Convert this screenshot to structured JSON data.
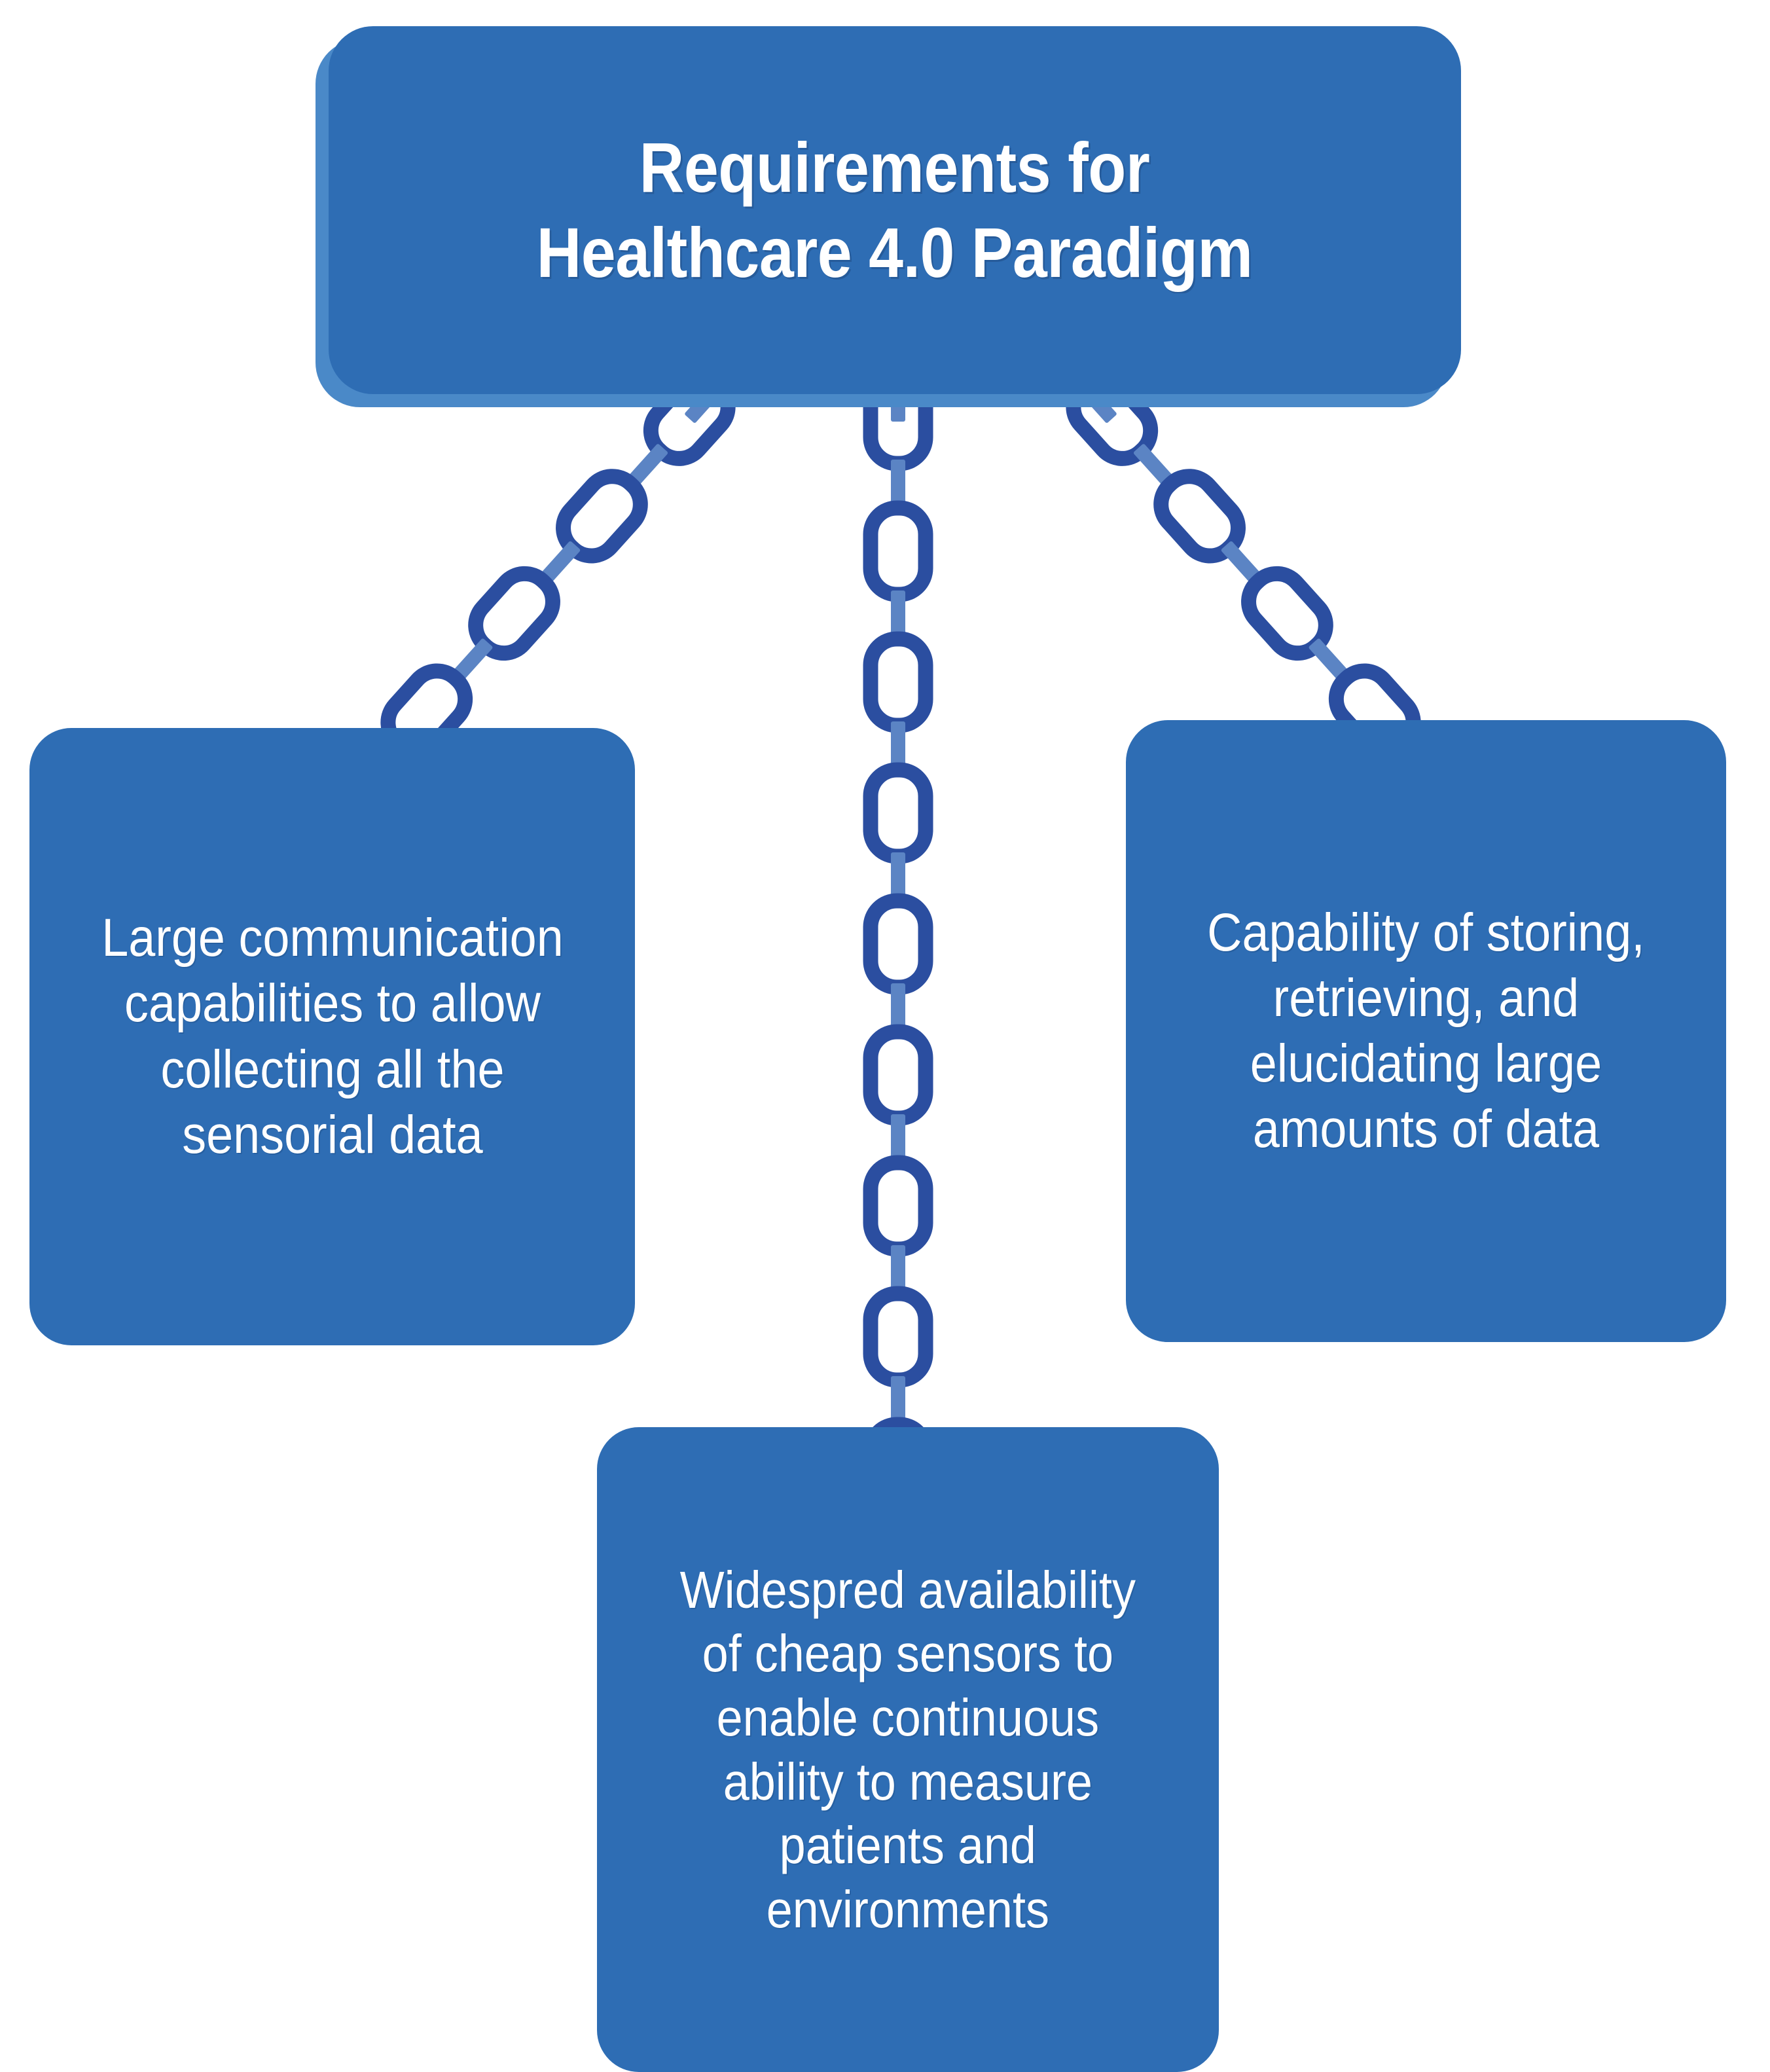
{
  "diagram": {
    "type": "hierarchy-chain-diagram",
    "background_color": "#FFFFFF",
    "node_color": "#2E6DB4",
    "node_shadow_color": "#4A89C8",
    "chain_link_color": "#2B4EA0",
    "chain_pin_color": "#5B84C4",
    "text_color": "#FFFFFF"
  },
  "root": {
    "title": "Requirements for\nHealthcare 4.0 Paradigm",
    "name": "requirements-for-healthcare-4-0-paradigm"
  },
  "leaves": [
    {
      "id": "left",
      "name": "large-communication-capabilities",
      "text": "Large communication\ncapabilities to allow\ncollecting all the\nsensorial data"
    },
    {
      "id": "right",
      "name": "capability-of-storing-retrieving-elucidating",
      "text": "Capability of storing,\nretrieving, and\nelucidating large\namounts of data"
    },
    {
      "id": "bottom",
      "name": "widespread-availability-of-cheap-sensors",
      "text": "Widespred availability\nof cheap sensors to\nenable continuous\nability to measure\npatients and\nenvironments"
    }
  ],
  "connectors": [
    {
      "id": "chain-left",
      "name": "chain-connector-left",
      "from": "root",
      "to": "left",
      "style": "chain"
    },
    {
      "id": "chain-center",
      "name": "chain-connector-center",
      "from": "root",
      "to": "bottom",
      "style": "chain"
    },
    {
      "id": "chain-right",
      "name": "chain-connector-right",
      "from": "root",
      "to": "right",
      "style": "chain"
    }
  ]
}
